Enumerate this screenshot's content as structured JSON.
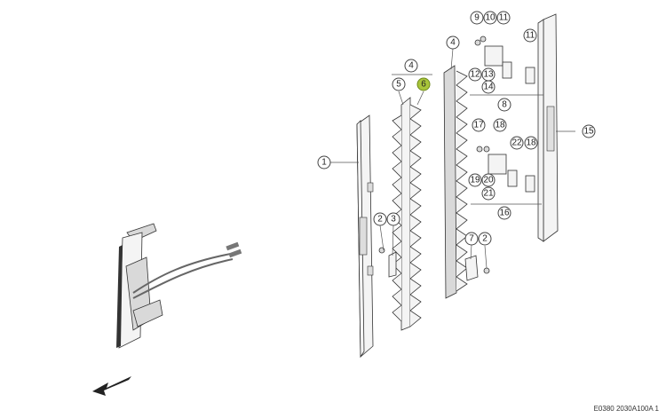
{
  "callouts": [
    {
      "id": "c1",
      "text": "1"
    },
    {
      "id": "c2a",
      "text": "2"
    },
    {
      "id": "c3",
      "text": "3"
    },
    {
      "id": "c4a",
      "text": "4"
    },
    {
      "id": "c5",
      "text": "5"
    },
    {
      "id": "c6",
      "text": "6",
      "highlight": true
    },
    {
      "id": "c4b",
      "text": "4"
    },
    {
      "id": "c7",
      "text": "7"
    },
    {
      "id": "c2b",
      "text": "2"
    },
    {
      "id": "c9",
      "text": "9"
    },
    {
      "id": "c10",
      "text": "10"
    },
    {
      "id": "c11a",
      "text": "11"
    },
    {
      "id": "c11b",
      "text": "11"
    },
    {
      "id": "c12",
      "text": "12"
    },
    {
      "id": "c13",
      "text": "13"
    },
    {
      "id": "c14",
      "text": "14"
    },
    {
      "id": "c8",
      "text": "8"
    },
    {
      "id": "c15",
      "text": "15"
    },
    {
      "id": "c17",
      "text": "17"
    },
    {
      "id": "c18a",
      "text": "18"
    },
    {
      "id": "c22",
      "text": "22"
    },
    {
      "id": "c18b",
      "text": "18"
    },
    {
      "id": "c19",
      "text": "19"
    },
    {
      "id": "c20",
      "text": "20"
    },
    {
      "id": "c21",
      "text": "21"
    },
    {
      "id": "c16",
      "text": "16"
    }
  ],
  "highlight_color": "#a8c43a",
  "document_code": "E0380 2030A100A 1"
}
